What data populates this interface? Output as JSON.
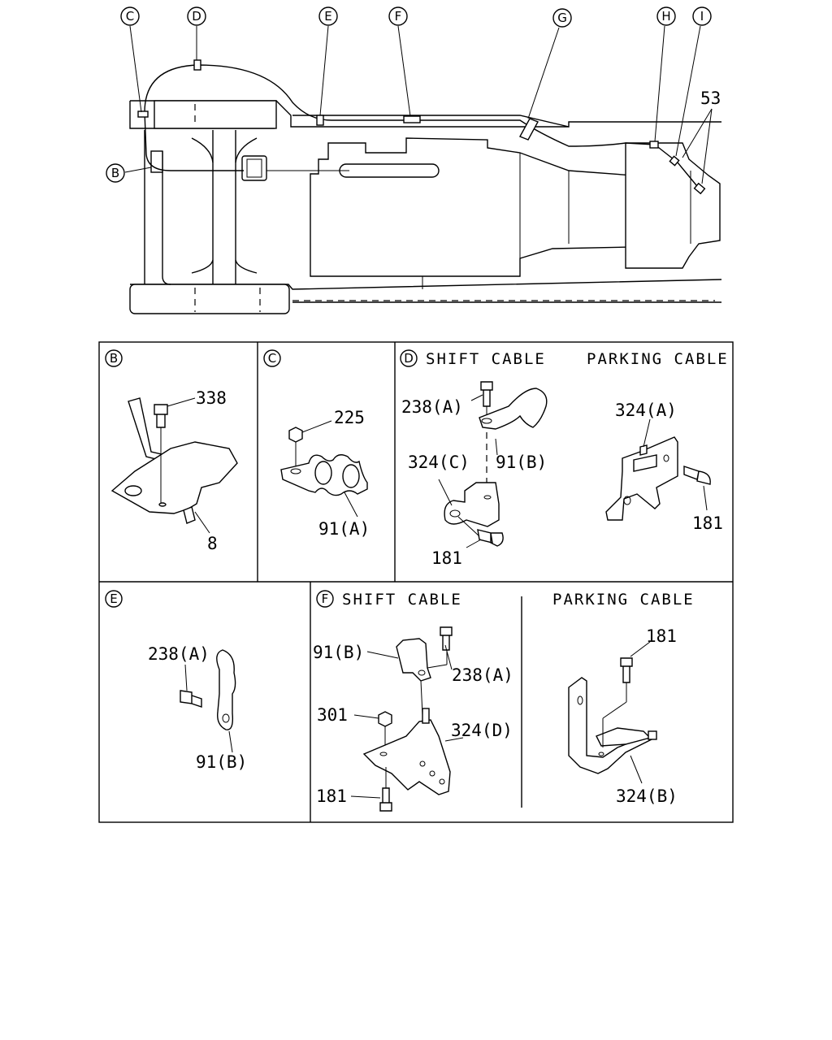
{
  "callouts_top": {
    "b": "B",
    "c": "C",
    "d": "D",
    "e": "E",
    "f": "F",
    "g": "G",
    "h": "H",
    "i": "I",
    "part_53": "53"
  },
  "panel_b": {
    "id": "B",
    "p338": "338",
    "p8": "8"
  },
  "panel_c": {
    "id": "C",
    "p225": "225",
    "p91a": "91(A)"
  },
  "panel_d": {
    "id": "D",
    "shift_title": "SHIFT CABLE",
    "parking_title": "PARKING CABLE",
    "p238a": "238(A)",
    "p91b": "91(B)",
    "p324c": "324(C)",
    "p181_shift": "181",
    "p324a": "324(A)",
    "p181_parking": "181"
  },
  "panel_e": {
    "id": "E",
    "p238a": "238(A)",
    "p91b": "91(B)"
  },
  "panel_f": {
    "id": "F",
    "shift_title": "SHIFT CABLE",
    "parking_title": "PARKING CABLE",
    "p91b": "91(B)",
    "p238a": "238(A)",
    "p301": "301",
    "p324d": "324(D)",
    "p181_shift": "181",
    "p181_parking": "181",
    "p324b": "324(B)"
  }
}
